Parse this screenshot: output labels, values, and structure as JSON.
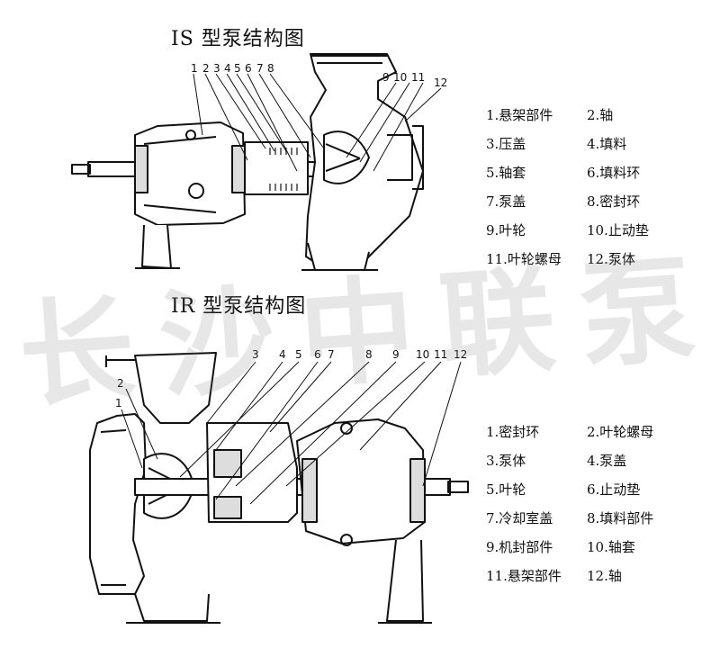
{
  "is_section": {
    "title": "IS 型泵结构图",
    "callouts": [
      "1",
      "2",
      "3",
      "4",
      "5",
      "6",
      "7",
      "8",
      "9",
      "10",
      "11",
      "12"
    ],
    "legend": [
      [
        "1.悬架部件",
        "2.轴"
      ],
      [
        "3.压盖",
        "4.填料"
      ],
      [
        "5.轴套",
        "6.填料环"
      ],
      [
        "7.泵盖",
        "8.密封环"
      ],
      [
        "9.叶轮",
        "10.止动垫"
      ],
      [
        "11.叶轮螺母",
        "12.泵体"
      ]
    ]
  },
  "ir_section": {
    "title": "IR 型泵结构图",
    "callouts": [
      "1",
      "2",
      "3",
      "4",
      "5",
      "6",
      "7",
      "8",
      "9",
      "10",
      "11",
      "12"
    ],
    "legend": [
      [
        "1.密封环",
        "2.叶轮螺母"
      ],
      [
        "3.泵体",
        "4.泵盖"
      ],
      [
        "5.叶轮",
        "6.止动垫"
      ],
      [
        "7.冷却室盖",
        "8.填料部件"
      ],
      [
        "9.机封部件",
        "10.轴套"
      ],
      [
        "11.悬架部件",
        "12.轴"
      ]
    ]
  },
  "watermark": "长沙中联泵业"
}
